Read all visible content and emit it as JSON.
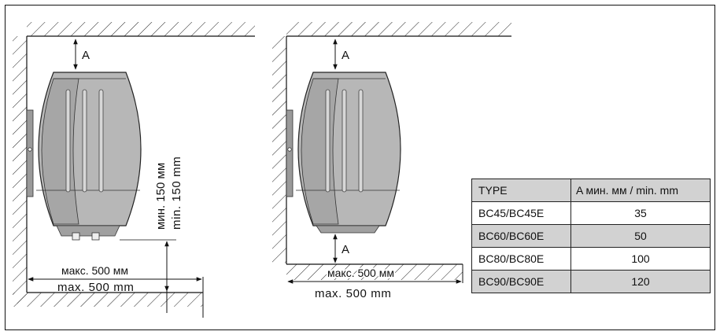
{
  "diagram1": {
    "clearance_top": "A",
    "min_height_ru": "мин. 150 мм",
    "min_height_en": "min. 150 mm",
    "max_width_ru": "макс. 500 мм",
    "max_width_en": "max. 500 mm"
  },
  "diagram2": {
    "clearance_top": "A",
    "clearance_bottom": "A",
    "max_width_ru": "макс. 500 мм",
    "max_width_en": "max. 500 mm"
  },
  "table": {
    "headers": [
      "TYPE",
      "A мин. мм / min. mm"
    ],
    "rows": [
      {
        "type": "BC45/BC45E",
        "value": "35"
      },
      {
        "type": "BC60/BC60E",
        "value": "50"
      },
      {
        "type": "BC80/BC80E",
        "value": "100"
      },
      {
        "type": "BC90/BC90E",
        "value": "120"
      }
    ]
  },
  "colors": {
    "heater_fill": "#b7b7b7",
    "heater_dark": "#8a8a8a",
    "table_shade": "#d2d2d2"
  }
}
